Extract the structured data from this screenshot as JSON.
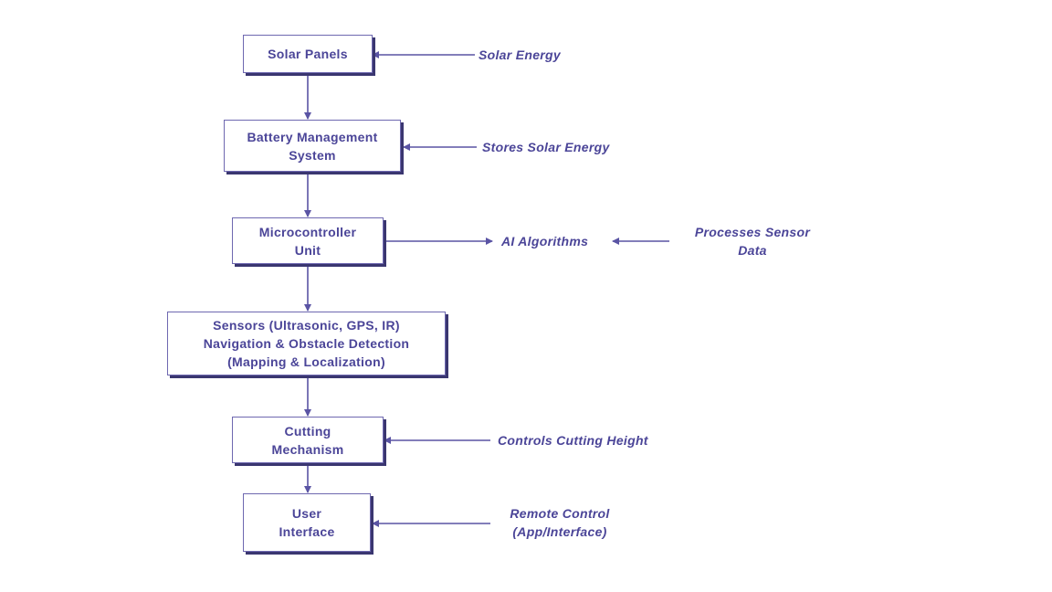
{
  "colors": {
    "accent": "#4b4598",
    "line": "#5a54a4",
    "box_border": "#6e68b0",
    "box_shadow": "#3a3670"
  },
  "boxes": {
    "solar_panels": [
      "Solar Panels"
    ],
    "battery_management": [
      "Battery Management",
      "System"
    ],
    "microcontroller": [
      "Microcontroller",
      "Unit"
    ],
    "sensors": [
      "Sensors (Ultrasonic, GPS, IR)",
      "Navigation & Obstacle Detection",
      "(Mapping & Localization)"
    ],
    "cutting_mechanism": [
      "Cutting",
      "Mechanism"
    ],
    "user_interface": [
      "User",
      "Interface"
    ]
  },
  "labels": {
    "solar_energy": [
      "Solar Energy"
    ],
    "stores_solar_energy": [
      "Stores Solar Energy"
    ],
    "ai_algorithms": [
      "AI Algorithms"
    ],
    "processes_sensor_data": [
      "Processes Sensor",
      "Data"
    ],
    "controls_cutting_height": [
      "Controls Cutting Height"
    ],
    "remote_control": [
      "Remote Control",
      "(App/Interface)"
    ]
  }
}
